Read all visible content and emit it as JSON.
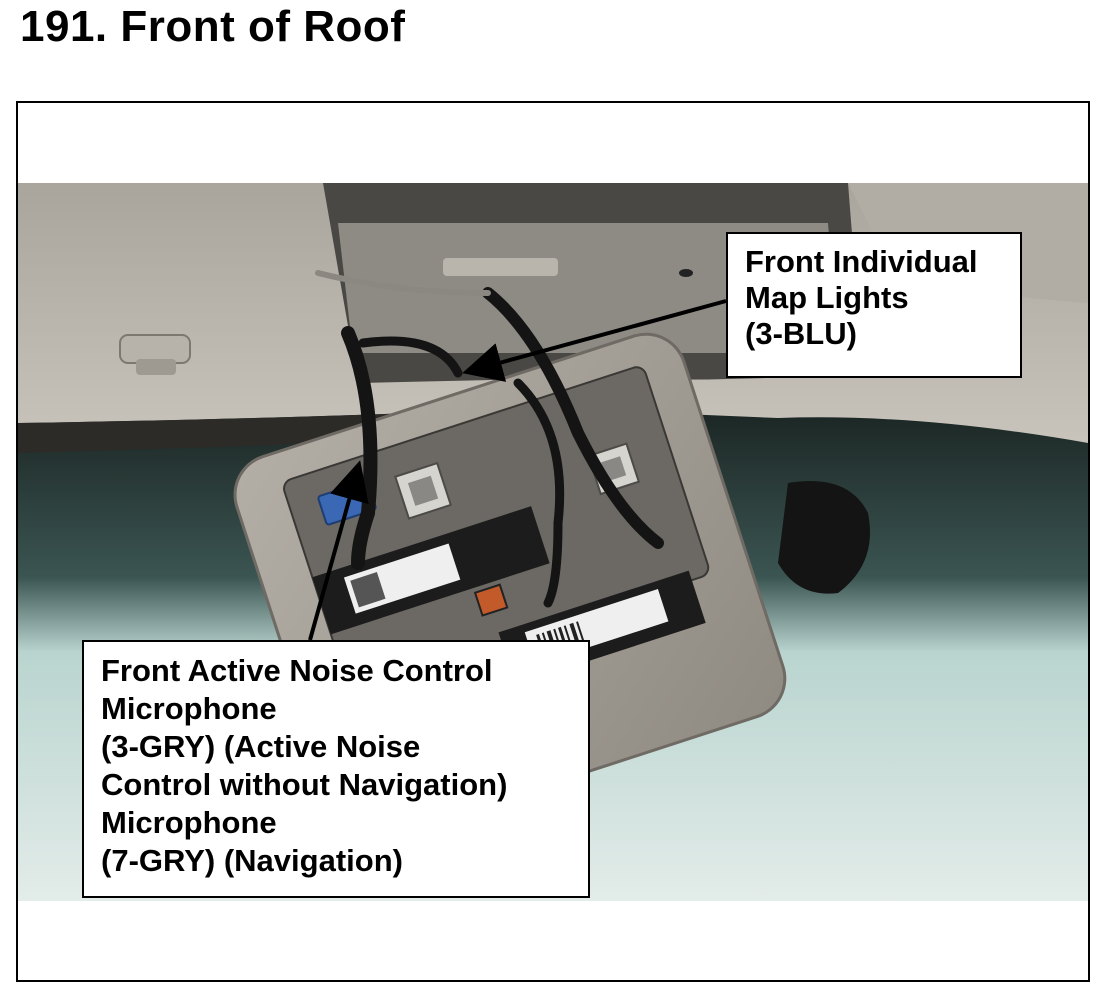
{
  "page": {
    "title": "191.  Front of Roof"
  },
  "figure": {
    "photo_subject": "overhead console / roof front with map lights and microphone connectors",
    "callouts": [
      {
        "lines": [
          "Front Individual",
          "Map Lights",
          "(3-BLU)"
        ]
      },
      {
        "lines": [
          "Front Active Noise Control",
          "Microphone",
          "(3-GRY) (Active Noise",
          "Control without Navigation)",
          "Microphone",
          "(7-GRY) (Navigation)"
        ]
      }
    ]
  }
}
